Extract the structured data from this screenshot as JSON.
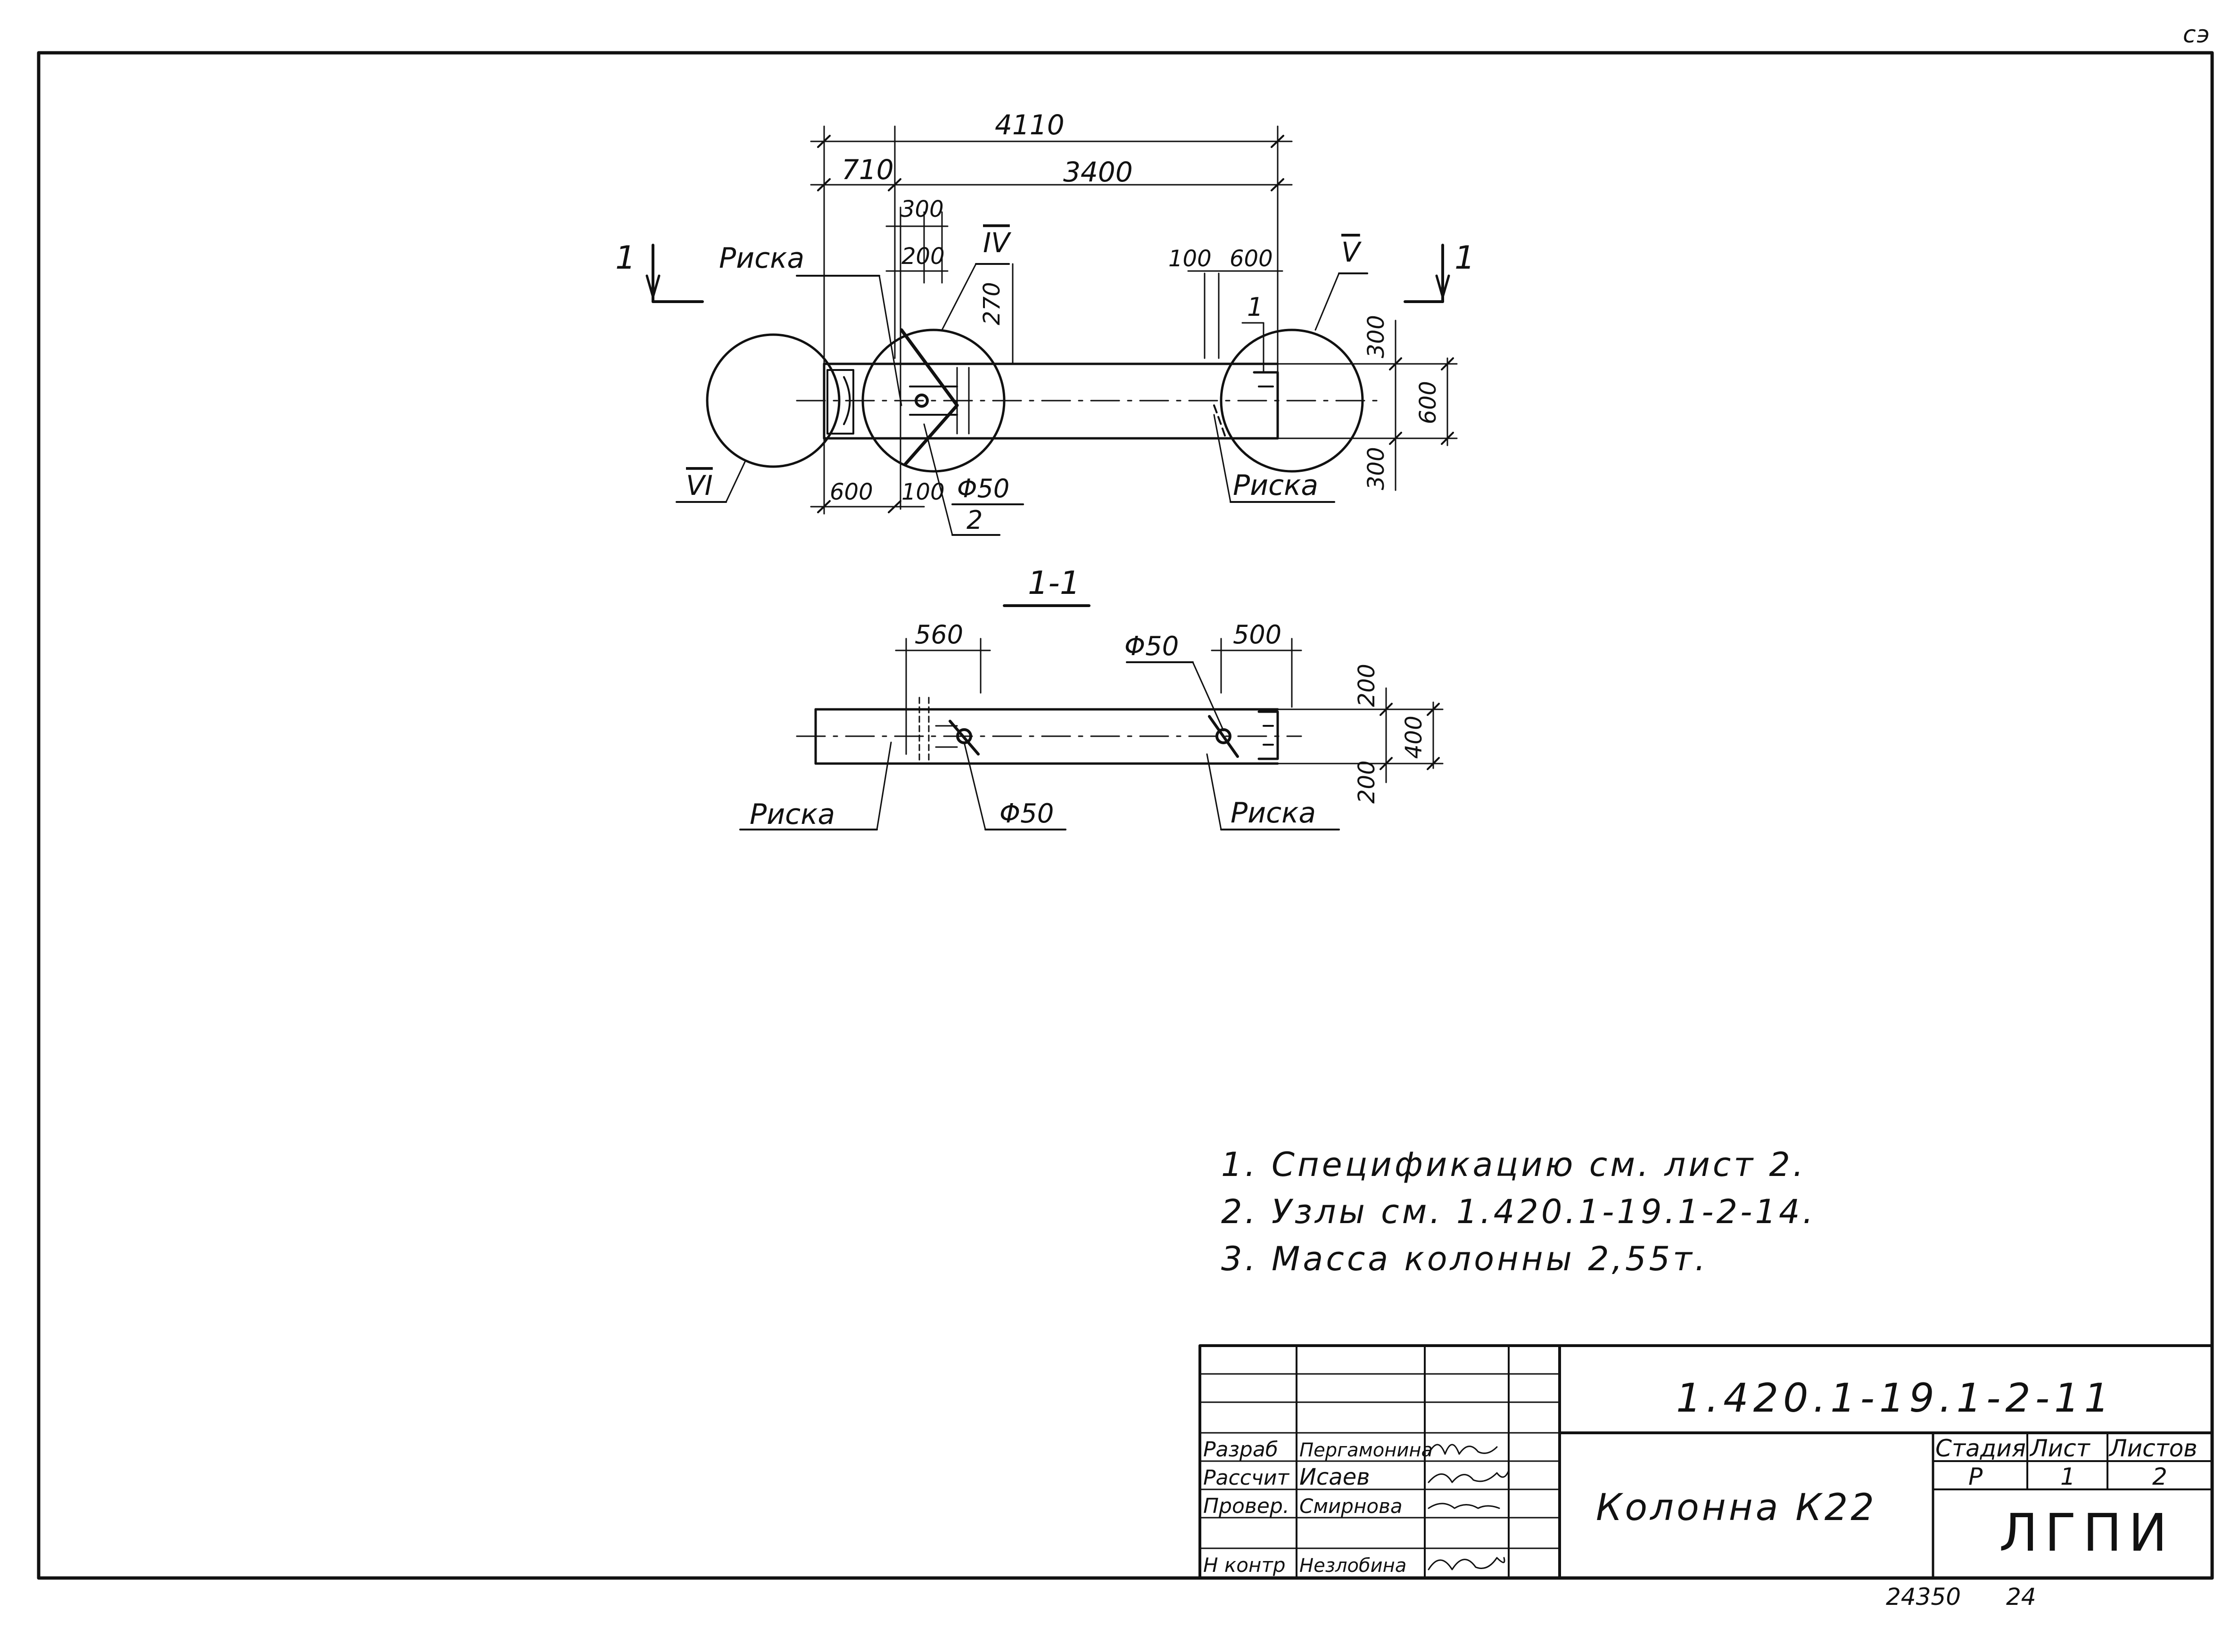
{
  "corner_mark": "ϲ϶",
  "plan": {
    "dim_total": "4110",
    "dim_left": "710",
    "dim_right": "3400",
    "dim_300_top": "300",
    "dim_200_top": "200",
    "dim_270": "270",
    "dim_100_right": "100",
    "dim_600_right": "600",
    "dim_300_a": "300",
    "dim_600_height": "600",
    "dim_300_b": "300",
    "dim_600_bottom": "600",
    "dim_100_bottom": "100",
    "phi50": "Φ50",
    "callout_2": "2",
    "callout_1": "1",
    "node_iv": "IV",
    "node_v": "V",
    "node_vi": "VI",
    "section_left": "1",
    "section_right": "1",
    "riska_left": "Риска",
    "riska_right": "Риска"
  },
  "section": {
    "title": "1-1",
    "dim_560": "560",
    "dim_500": "500",
    "phi50_top": "Φ50",
    "phi50_bottom": "Φ50",
    "dim_200_top": "200",
    "dim_400": "400",
    "dim_200_bottom": "200",
    "riska_left": "Риска",
    "riska_right": "Риска"
  },
  "notes": [
    "1. Спецификацию см. лист 2.",
    "2. Узлы см. 1.420.1-19.1-2-14.",
    "3. Масса колонны 2,55т."
  ],
  "title_block": {
    "doc_code": "1.420.1-19.1-2-11",
    "title": "Колонна К22",
    "org": "ЛГПИ",
    "stage_header": "Стадия",
    "sheet_header": "Лист",
    "sheets_header": "Листов",
    "stage": "Р",
    "sheet": "1",
    "sheets": "2",
    "roles": [
      {
        "role": "Разраб",
        "name": "Пергамонина"
      },
      {
        "role": "Рассчит",
        "name": "Исаев"
      },
      {
        "role": "Провер.",
        "name": "Смирнова"
      },
      {
        "role": "Н контр",
        "name": "Незлобина"
      }
    ]
  },
  "footer": {
    "inv": "24350",
    "page": "24"
  }
}
